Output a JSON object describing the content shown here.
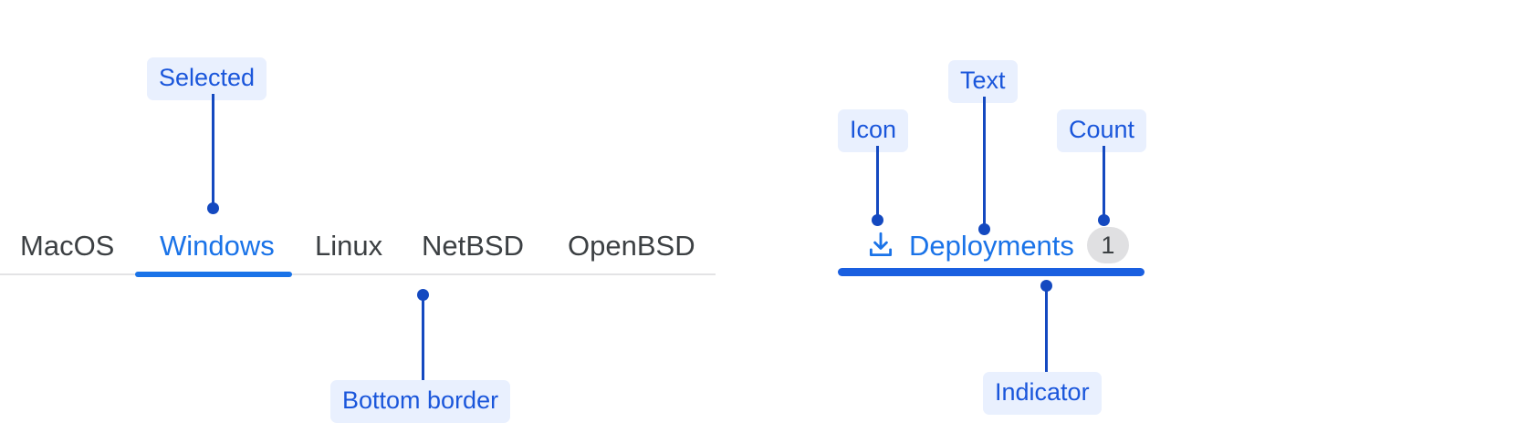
{
  "tab_bar": {
    "tabs": [
      {
        "label": "MacOS",
        "selected": false
      },
      {
        "label": "Windows",
        "selected": true
      },
      {
        "label": "Linux",
        "selected": false
      },
      {
        "label": "NetBSD",
        "selected": false
      },
      {
        "label": "OpenBSD",
        "selected": false
      }
    ]
  },
  "single_tab": {
    "icon_name": "download-icon",
    "text": "Deployments",
    "count": "1"
  },
  "annotations": {
    "selected": "Selected",
    "bottom_border": "Bottom border",
    "icon": "Icon",
    "text": "Text",
    "count": "Count",
    "indicator": "Indicator"
  },
  "colors": {
    "accent_blue": "#1a73e8",
    "indicator_blue": "#1a5fe0",
    "annotation_blue": "#1449c0",
    "annotation_label_bg": "#e9f0fe",
    "annotation_label_text": "#1a56db",
    "tab_text": "#3c4043",
    "rule": "#e3e3e5",
    "count_bg": "#e0e0e2"
  }
}
